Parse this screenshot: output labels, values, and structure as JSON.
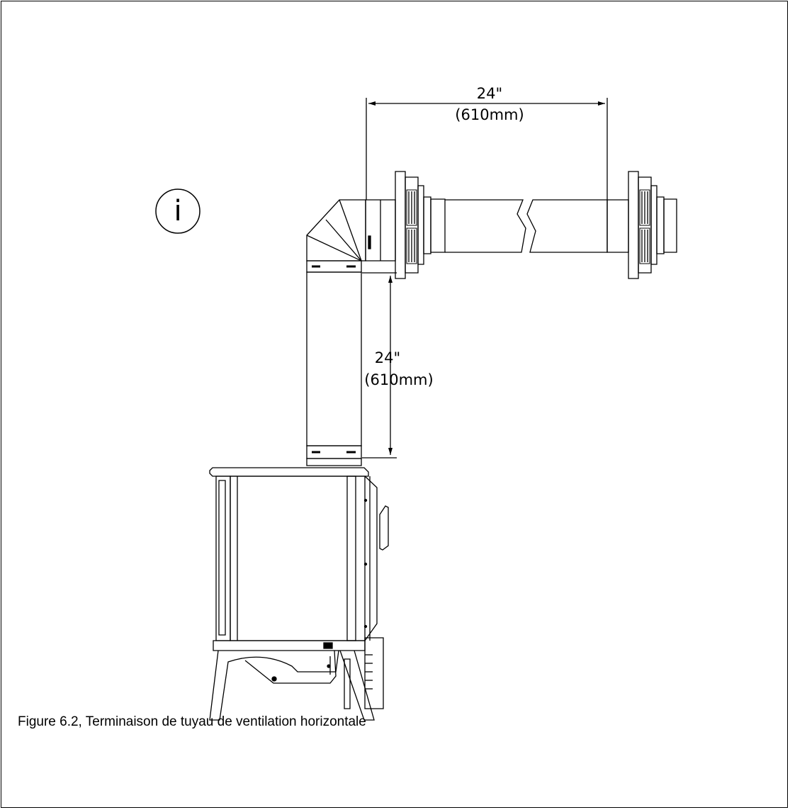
{
  "dimensions": {
    "horizontal": {
      "imperial": "24\"",
      "metric": "(610mm)"
    },
    "vertical": {
      "imperial": "24\"",
      "metric": "(610mm)"
    }
  },
  "info_icon": {
    "glyph": "i",
    "icon": "info-icon"
  },
  "caption": "Figure 6.2, Terminaison de tuyau de ventilation horizontale"
}
